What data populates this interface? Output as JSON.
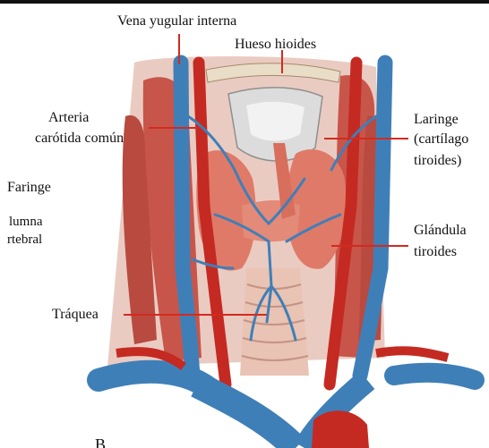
{
  "labels": {
    "vena_yugular": "Vena yugular interna",
    "hueso_hioides": "Hueso hioides",
    "arteria_line1": "Arteria",
    "arteria_line2": "carótida común",
    "laringe_line1": "Laringe",
    "laringe_line2": "(cartílago",
    "laringe_line3": "tiroides)",
    "faringe": "Faringe",
    "columna_line1": "lumna",
    "columna_line2": "rtebral",
    "glandula_line1": "Glándula",
    "glandula_line2": "tiroides",
    "traquea": "Tráquea",
    "partial_letter": "B"
  },
  "colors": {
    "vein": "#3f7fb8",
    "artery": "#c42a22",
    "muscle": "#c8554a",
    "thyroid": "#e07a68",
    "cartilage": "#dcdcdc",
    "leader_line": "#d42a1e"
  }
}
